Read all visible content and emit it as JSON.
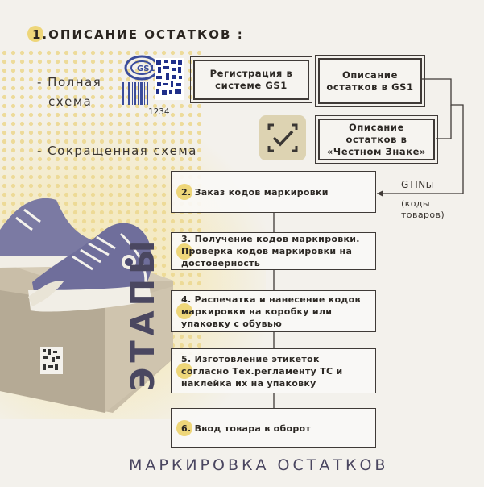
{
  "title": "1.ОПИСАНИЕ ОСТАТКОВ :",
  "schemes": {
    "full_line1": "- Полная",
    "full_line2": "схема",
    "short": "- Сокращенная схема"
  },
  "gs1_logo_text": "GS1",
  "gs1_barcode_number": "1234",
  "boxes": {
    "gs1_registration": "Регистрация в системе GS1",
    "gs1_description": "Описание остатков в GS1",
    "chz_description": "Описание остатков в «Честном Знаке»"
  },
  "steps": [
    {
      "num": "2.",
      "text": "Заказ кодов маркировки"
    },
    {
      "num": "3.",
      "text": "Получение кодов маркировки. Проверка кодов маркировки на достоверность"
    },
    {
      "num": "4.",
      "text": "Распечатка и нанесение кодов маркировки на коробку или упаковку с обувью"
    },
    {
      "num": "5.",
      "text": "Изготовление этикеток согласно Тех.регламенту ТС и наклейка их на упаковку"
    },
    {
      "num": "6.",
      "text": "Ввод товара в оборот"
    }
  ],
  "gtin": {
    "label": "GTINы",
    "sub": "(коды товаров)"
  },
  "vertical_label": "ЭТАПЫ",
  "footer": "МАРКИРОВКА ОСТАТКОВ",
  "colors": {
    "accent_yellow": "#eed679",
    "frame": "#3f3a37",
    "text_purple": "#4a4660"
  }
}
